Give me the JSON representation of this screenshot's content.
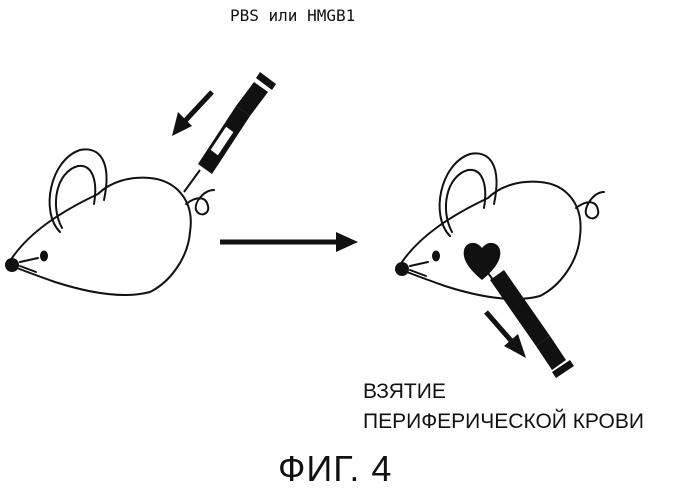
{
  "labels": {
    "injection": "PBS или HMGB1",
    "blood_line1": "ВЗЯТИЕ",
    "blood_line2": "ПЕРИФЕРИЧЕСКОЙ КРОВИ",
    "figure": "ФИГ. 4"
  },
  "colors": {
    "stroke": "#111111",
    "fill": "#111111",
    "background": "#ffffff"
  },
  "icons": {
    "mouse_left": "mouse-icon",
    "mouse_right": "mouse-icon",
    "heart": "heart-icon",
    "syringe_injection": "syringe-icon",
    "syringe_collection": "syringe-icon"
  }
}
